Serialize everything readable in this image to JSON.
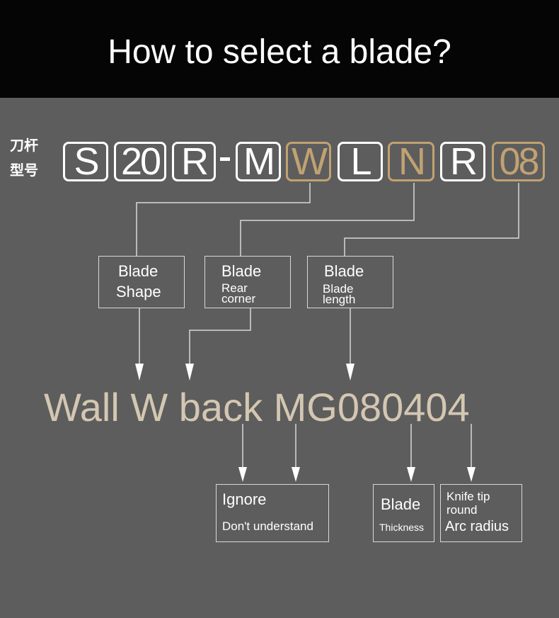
{
  "title": "How to select a blade?",
  "cn_label": [
    "刀杆",
    "型号"
  ],
  "code": {
    "segments": [
      "S",
      "20",
      "R",
      "M",
      "W",
      "L",
      "N",
      "R",
      "08"
    ],
    "separator": "-"
  },
  "colors": {
    "background": "#5d5d5d",
    "header": "#050505",
    "gold": "#c1a271",
    "model_text": "#d4c7b2"
  },
  "top_boxes": [
    {
      "line1": "Blade",
      "line2": "Shape"
    },
    {
      "line1": "Blade",
      "line2": "Rear corner"
    },
    {
      "line1": "Blade",
      "line2": "Blade length"
    }
  ],
  "model_code": "Wall W back MG080404",
  "bottom_boxes": [
    {
      "line1": "Ignore",
      "line2": "Don't understand"
    },
    {
      "line1": "Blade",
      "line2": "Thickness"
    },
    {
      "line1": "Knife tip round",
      "line2": "Arc radius"
    }
  ]
}
